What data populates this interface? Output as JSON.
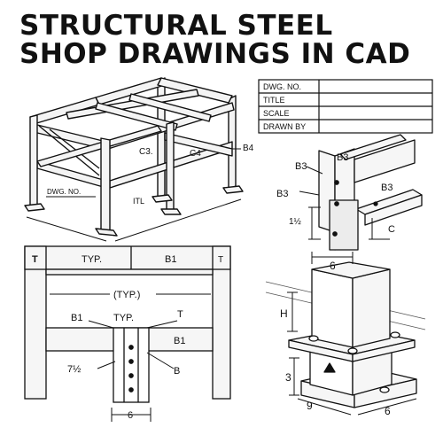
{
  "title": {
    "line1": "STRUCTURAL STEEL",
    "line2": "SHOP DRAWINGS IN CAD"
  },
  "title_block": {
    "rows": [
      "DWG. NO.",
      "TITLE",
      "SCALE",
      "DRAWN BY"
    ]
  },
  "frame_iso": {
    "labels": {
      "c3": "C3.",
      "c4": "C4",
      "b4": "B4",
      "dwg_no": "DWG. NO.",
      "itl": "ITL"
    }
  },
  "connection_detail": {
    "labels": {
      "b3_top_left": "B3",
      "b3_top_right": "B3",
      "b3_mid_left": "B3",
      "b3_right": "B3",
      "dim_one_half": "1½",
      "c": "C"
    }
  },
  "elevation": {
    "labels": {
      "t_left": "T",
      "typ_top": "TYP.",
      "b1_top": "B1",
      "t_right": "T",
      "typ_paren": "(TYP.)",
      "b1_left": "B1",
      "typ_mid": "TYP.",
      "t_mid": "T",
      "b1_right": "B1",
      "dim_seven_half": "7½",
      "b": "B",
      "dim_six": "6"
    }
  },
  "base_plate": {
    "labels": {
      "dim_top": "6",
      "h": "H",
      "dim_three": "3",
      "dim_nine": "9",
      "dim_six_right": "6"
    }
  }
}
